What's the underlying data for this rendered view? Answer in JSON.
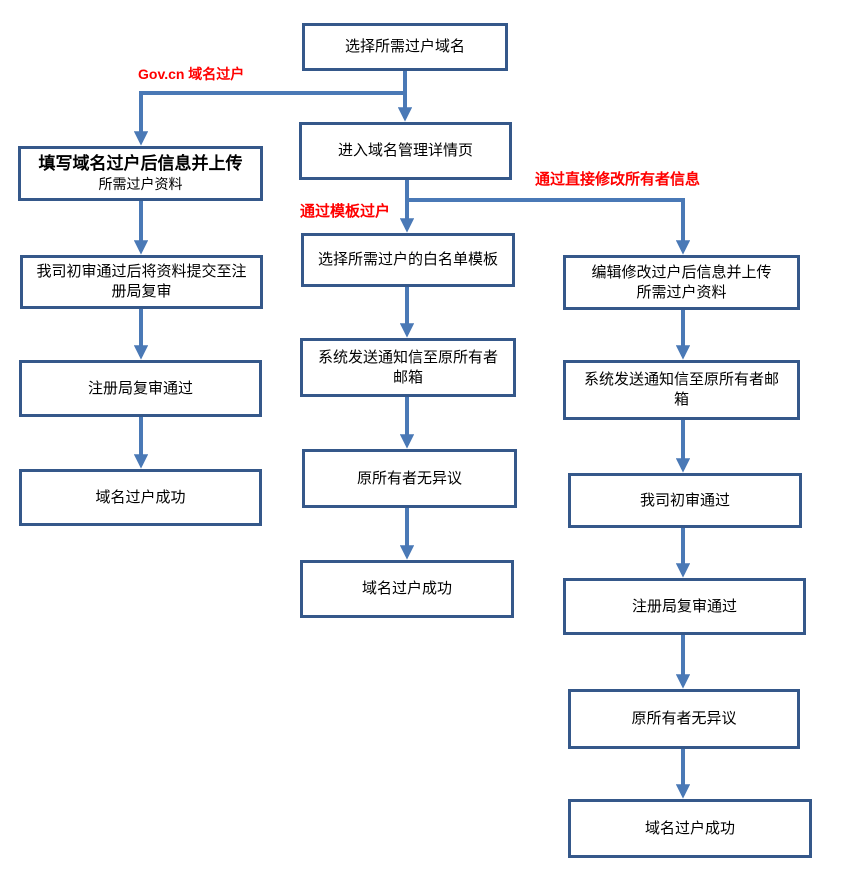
{
  "diagram": {
    "branch_labels": {
      "gov_cn": "Gov.cn 域名过户",
      "template": "通过模板过户",
      "direct_modify": "通过直接修改所有者信息"
    },
    "nodes": {
      "start": "选择所需过户域名",
      "enter_detail": "进入域名管理详情页",
      "l1_line1": "填写域名过户后信息并上传",
      "l1_line2": "所需过户资料",
      "l2_line1": "我司初审通过后将资料提交至注",
      "l2_line2": "册局复审",
      "l3": "注册局复审通过",
      "l4": "域名过户成功",
      "m2": "选择所需过户的白名单模板",
      "m3_line1": "系统发送通知信至原所有者",
      "m3_line2": "邮箱",
      "m4": "原所有者无异议",
      "m5": "域名过户成功",
      "r1_line1": "编辑修改过户后信息并上传",
      "r1_line2": "所需过户资料",
      "r2_line1": "系统发送通知信至原所有者邮",
      "r2_line2": "箱",
      "r3": "我司初审通过",
      "r4": "注册局复审通过",
      "r5": "原所有者无异议",
      "r6": "域名过户成功"
    },
    "colors": {
      "box_border": "#35588A",
      "arrow": "#4A79B6",
      "label_red": "#FF0000",
      "text": "#000000",
      "background": "#FFFFFF"
    }
  }
}
